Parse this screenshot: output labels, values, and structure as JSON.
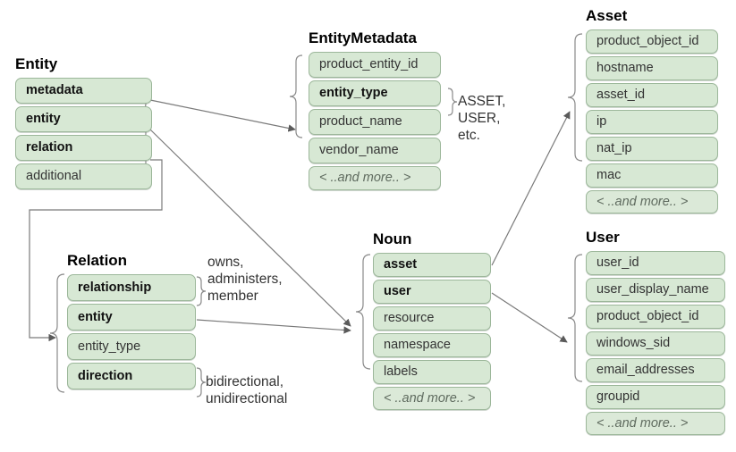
{
  "diagram": {
    "title_color": "#000000",
    "box_fill": "#d7e8d4",
    "box_stroke": "#9cb79a",
    "line_color": "#6b6b6b",
    "background": "#ffffff"
  },
  "groups": [
    {
      "id": "entity",
      "title": "Entity",
      "rows": [
        {
          "label": "metadata",
          "emphasis": "bold"
        },
        {
          "label": "entity",
          "emphasis": "bold"
        },
        {
          "label": "relation",
          "emphasis": "bold"
        },
        {
          "label": "additional",
          "emphasis": "normal"
        }
      ]
    },
    {
      "id": "entity-metadata",
      "title": "EntityMetadata",
      "rows": [
        {
          "label": "product_entity_id",
          "emphasis": "normal"
        },
        {
          "label": "entity_type",
          "emphasis": "bold"
        },
        {
          "label": "product_name",
          "emphasis": "normal"
        },
        {
          "label": "vendor_name",
          "emphasis": "normal"
        },
        {
          "label": "< ..and more.. >",
          "emphasis": "more"
        }
      ]
    },
    {
      "id": "asset",
      "title": "Asset",
      "rows": [
        {
          "label": "product_object_id",
          "emphasis": "normal"
        },
        {
          "label": "hostname",
          "emphasis": "normal"
        },
        {
          "label": "asset_id",
          "emphasis": "normal"
        },
        {
          "label": "ip",
          "emphasis": "normal"
        },
        {
          "label": "nat_ip",
          "emphasis": "normal"
        },
        {
          "label": "mac",
          "emphasis": "normal"
        },
        {
          "label": "< ..and more.. >",
          "emphasis": "more"
        }
      ]
    },
    {
      "id": "relation",
      "title": "Relation",
      "rows": [
        {
          "label": "relationship",
          "emphasis": "bold"
        },
        {
          "label": "entity",
          "emphasis": "bold"
        },
        {
          "label": "entity_type",
          "emphasis": "normal"
        },
        {
          "label": "direction",
          "emphasis": "bold"
        }
      ]
    },
    {
      "id": "noun",
      "title": "Noun",
      "rows": [
        {
          "label": "asset",
          "emphasis": "bold"
        },
        {
          "label": "user",
          "emphasis": "bold"
        },
        {
          "label": "resource",
          "emphasis": "normal"
        },
        {
          "label": "namespace",
          "emphasis": "normal"
        },
        {
          "label": "labels",
          "emphasis": "normal"
        },
        {
          "label": "< ..and more.. >",
          "emphasis": "more"
        }
      ]
    },
    {
      "id": "user",
      "title": "User",
      "rows": [
        {
          "label": "user_id",
          "emphasis": "normal"
        },
        {
          "label": "user_display_name",
          "emphasis": "normal"
        },
        {
          "label": "product_object_id",
          "emphasis": "normal"
        },
        {
          "label": "windows_sid",
          "emphasis": "normal"
        },
        {
          "label": "email_addresses",
          "emphasis": "normal"
        },
        {
          "label": "groupid",
          "emphasis": "normal"
        },
        {
          "label": "< ..and more.. >",
          "emphasis": "more"
        }
      ]
    }
  ],
  "annotations": [
    {
      "id": "entity-type-values",
      "lines": "ASSET,\nUSER,\netc."
    },
    {
      "id": "relationship-values",
      "lines": "owns,\nadministers,\nmember"
    },
    {
      "id": "direction-values",
      "lines": "bidirectional,\nunidirectional"
    }
  ]
}
